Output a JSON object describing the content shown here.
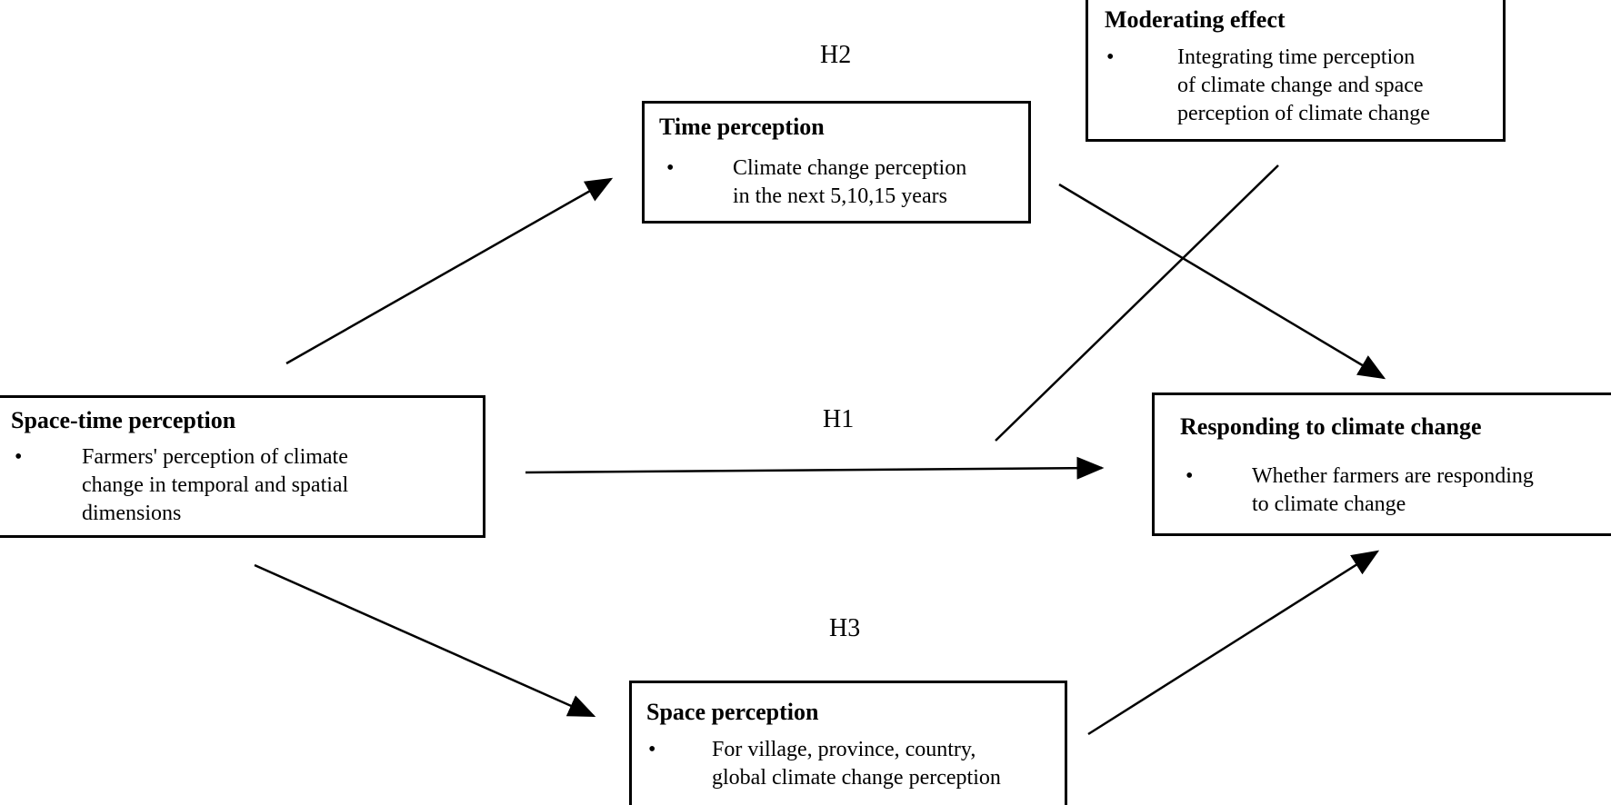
{
  "hypotheses": {
    "h1": "H1",
    "h2": "H2",
    "h3": "H3"
  },
  "boxes": {
    "space_time": {
      "title": "Space-time perception",
      "bullet": "•",
      "text_lines": [
        "Farmers' perception of climate",
        "change in temporal and spatial",
        "dimensions"
      ]
    },
    "time": {
      "title": "Time perception",
      "bullet": "•",
      "text_lines": [
        "Climate change perception",
        "in the next 5,10,15 years"
      ]
    },
    "space": {
      "title": "Space perception",
      "bullet": "•",
      "text_lines": [
        "For village, province, country,",
        "global climate change perception"
      ]
    },
    "moderating": {
      "title": "Moderating effect",
      "bullet": "•",
      "text_lines": [
        "Integrating time perception",
        "of climate change and space",
        "perception of climate change"
      ]
    },
    "responding": {
      "title": "Responding to climate change",
      "bullet": "•",
      "text_lines": [
        "Whether farmers are responding",
        "to climate change"
      ]
    }
  },
  "colors": {
    "stroke": "#000000",
    "background": "#ffffff"
  }
}
